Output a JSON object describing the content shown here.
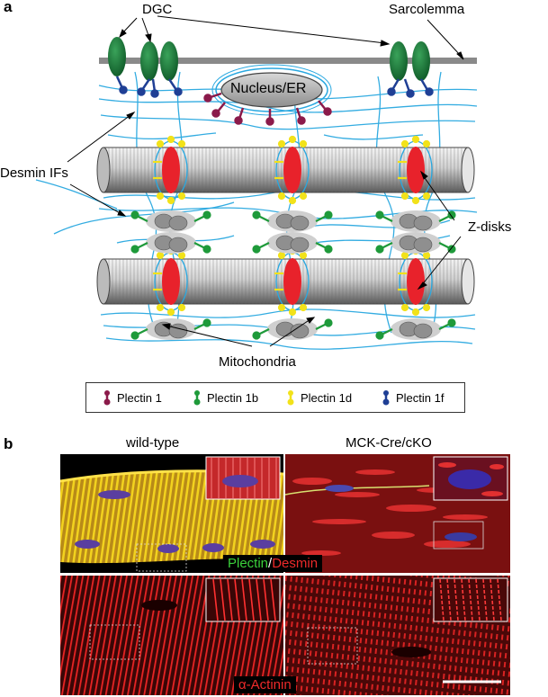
{
  "panel_a": {
    "letter": "a",
    "labels": {
      "dgc": "DGC",
      "sarcolemma": "Sarcolemma",
      "nucleus": "Nucleus/ER",
      "desmin": "Desmin IFs",
      "zdisks": "Z-disks",
      "mitochondria": "Mitochondria"
    },
    "legend": [
      {
        "label": "Plectin 1",
        "color": "#8b1a4a"
      },
      {
        "label": "Plectin 1b",
        "color": "#1e9a3a"
      },
      {
        "label": "Plectin 1d",
        "color": "#f2e21a"
      },
      {
        "label": "Plectin 1f",
        "color": "#1f3f95"
      }
    ]
  },
  "panel_b": {
    "letter": "b",
    "col_left": "wild-type",
    "col_right": "MCK-Cre/cKO",
    "row1_label_green": "Plectin",
    "row1_label_sep": "/",
    "row1_label_red": "Desmin",
    "row2_label": "α-Actinin"
  },
  "colors": {
    "desmin_line": "#29a8e0",
    "zdisk": "#e8222b",
    "fiber_gray": "#9a9a9a",
    "nucleus_gray": "#a8a8a8",
    "dgc_green": "#1f7a3a"
  }
}
